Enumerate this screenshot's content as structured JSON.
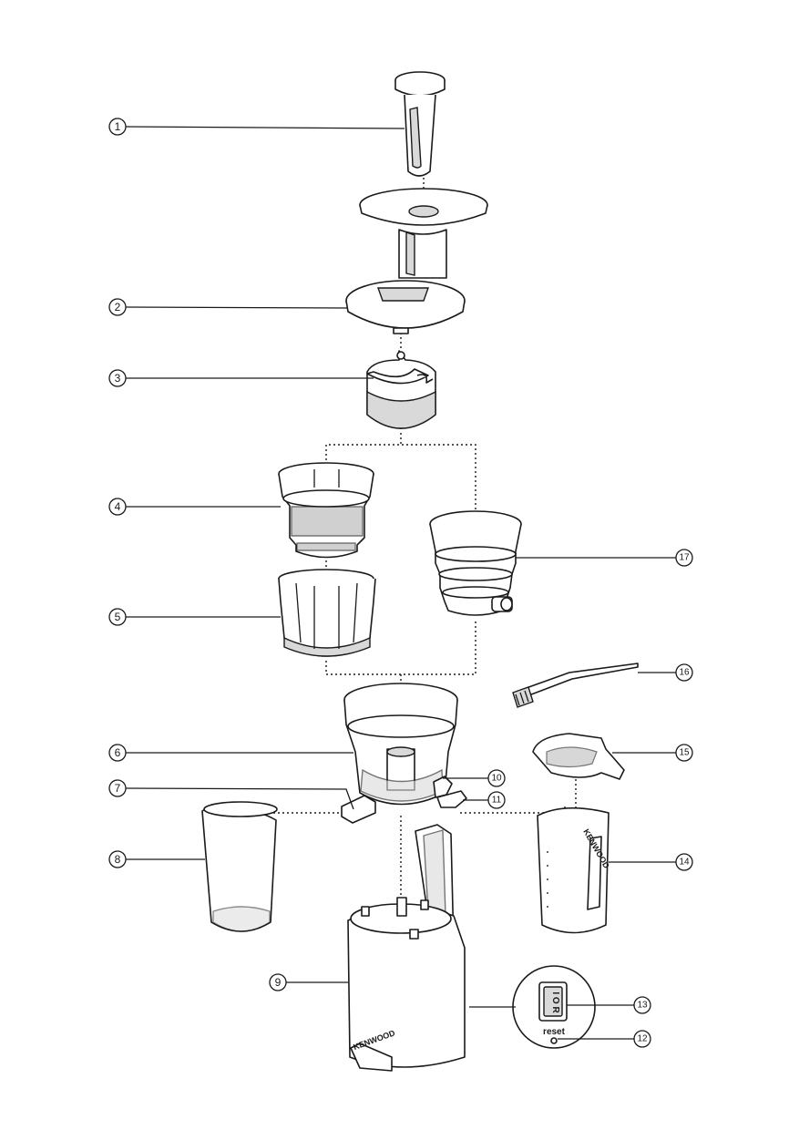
{
  "diagram": {
    "callouts": [
      {
        "id": "1"
      },
      {
        "id": "2"
      },
      {
        "id": "3"
      },
      {
        "id": "4"
      },
      {
        "id": "5"
      },
      {
        "id": "6"
      },
      {
        "id": "7"
      },
      {
        "id": "8"
      },
      {
        "id": "9"
      },
      {
        "id": "10"
      },
      {
        "id": "11"
      },
      {
        "id": "12"
      },
      {
        "id": "13"
      },
      {
        "id": "14"
      },
      {
        "id": "15"
      },
      {
        "id": "16"
      },
      {
        "id": "17"
      }
    ],
    "brand_base": "KENWOOD",
    "brand_jug": "KENWOOD",
    "switch_text": "I O R",
    "reset_label": "reset"
  }
}
